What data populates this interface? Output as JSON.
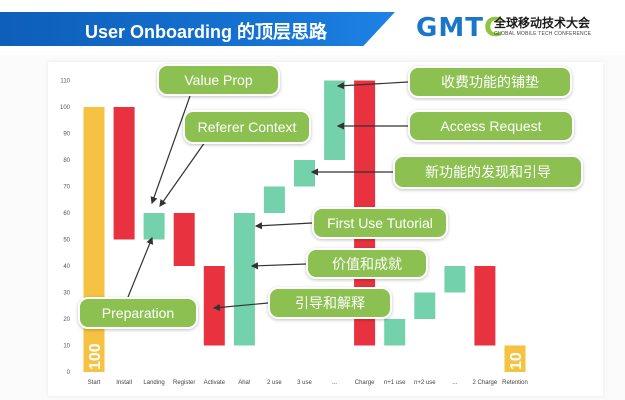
{
  "header": {
    "title": "User Onboarding 的顶层思路",
    "logo_text": "GMTC",
    "logo_cn": "全球移动技术大会",
    "logo_en": "GLOBAL MOBILE TECH CONFERENCE"
  },
  "chart_data": {
    "type": "bar",
    "categories": [
      "Start",
      "Install",
      "Landing",
      "Register",
      "Activate",
      "Aha!",
      "2 use",
      "3 use",
      "...",
      "Charge",
      "n+1 use",
      "n+2 use",
      "...",
      "2 Charge",
      "Retention"
    ],
    "ylim": [
      0,
      110
    ],
    "yticks": [
      0,
      10,
      20,
      30,
      40,
      50,
      60,
      70,
      80,
      90,
      100,
      110
    ],
    "bars": [
      {
        "category": "Start",
        "low": 0,
        "high": 100,
        "color": "#f5c242"
      },
      {
        "category": "Install",
        "low": 50,
        "high": 100,
        "color": "#e8323f"
      },
      {
        "category": "Landing",
        "low": 50,
        "high": 60,
        "color": "#73d2ac"
      },
      {
        "category": "Register",
        "low": 40,
        "high": 60,
        "color": "#e8323f"
      },
      {
        "category": "Activate",
        "low": 10,
        "high": 40,
        "color": "#e8323f"
      },
      {
        "category": "Aha!",
        "low": 10,
        "high": 60,
        "color": "#73d2ac"
      },
      {
        "category": "2 use",
        "low": 60,
        "high": 70,
        "color": "#73d2ac"
      },
      {
        "category": "3 use",
        "low": 70,
        "high": 80,
        "color": "#73d2ac"
      },
      {
        "category": "...",
        "low": 80,
        "high": 110,
        "color": "#73d2ac"
      },
      {
        "category": "Charge",
        "low": 10,
        "high": 110,
        "color": "#e8323f"
      },
      {
        "category": "n+1 use",
        "low": 10,
        "high": 20,
        "color": "#73d2ac"
      },
      {
        "category": "n+2 use",
        "low": 20,
        "high": 30,
        "color": "#73d2ac"
      },
      {
        "category": "...",
        "low": 30,
        "high": 40,
        "color": "#73d2ac"
      },
      {
        "category": "2 Charge",
        "low": 10,
        "high": 40,
        "color": "#e8323f"
      },
      {
        "category": "Retention",
        "low": 0,
        "high": 10,
        "color": "#f5c242"
      }
    ],
    "bar_labels": [
      {
        "category": "Start",
        "text": "100"
      },
      {
        "category": "Retention",
        "text": "10"
      }
    ],
    "colors": {
      "increase": "#73d2ac",
      "decrease": "#e8323f",
      "total": "#f5c242",
      "callout": "#8cc152"
    }
  },
  "callouts": [
    {
      "id": "value-prop",
      "text": "Value Prop"
    },
    {
      "id": "referer-context",
      "text": "Referer Context"
    },
    {
      "id": "preparation",
      "text": "Preparation"
    },
    {
      "id": "first-use-tutorial",
      "text": "First Use Tutorial"
    },
    {
      "id": "value-achievement",
      "text": "价值和成就"
    },
    {
      "id": "guide-explain",
      "text": "引导和解释"
    },
    {
      "id": "charge-paving",
      "text": "收费功能的铺垫"
    },
    {
      "id": "access-request",
      "text": "Access Request"
    },
    {
      "id": "new-feature-discovery",
      "text": "新功能的发现和引导"
    }
  ]
}
